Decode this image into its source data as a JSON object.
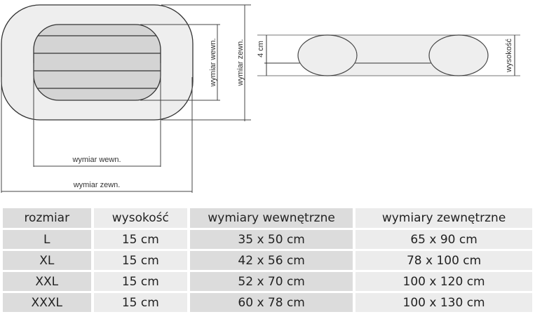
{
  "diagram": {
    "top_view": {
      "inner_width_label": "wymiar wewn.",
      "outer_width_label": "wymiar zewn.",
      "inner_length_label": "wymiar wewn.",
      "outer_length_label": "wymiar zewn."
    },
    "side_view": {
      "bottom_thickness_label": "4 cm",
      "height_label": "wysokość"
    },
    "colors": {
      "outer_fill": "#eeeeee",
      "inner_fill": "#d4d4d4",
      "line": "#333333"
    }
  },
  "table": {
    "headers": [
      "rozmiar",
      "wysokość",
      "wymiary wewnętrzne",
      "wymiary zewnętrzne"
    ],
    "rows": [
      [
        "L",
        "15 cm",
        "35 x 50 cm",
        "65 x 90 cm"
      ],
      [
        "XL",
        "15 cm",
        "42 x 56 cm",
        "78 x 100 cm"
      ],
      [
        "XXL",
        "15 cm",
        "52 x 70 cm",
        "100 x 120 cm"
      ],
      [
        "XXXL",
        "15 cm",
        "60 x 78 cm",
        "100 x 130 cm"
      ]
    ]
  }
}
